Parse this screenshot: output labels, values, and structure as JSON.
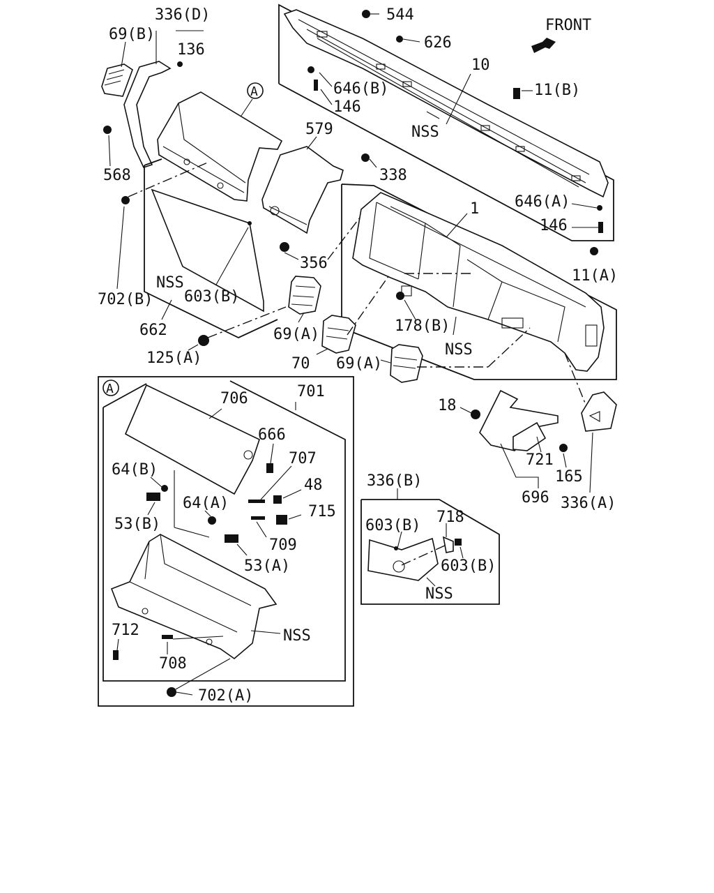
{
  "front_label": "FRONT",
  "callouts": {
    "p336D": "336(D)",
    "p69B": "69(B)",
    "p136": "136",
    "p544": "544",
    "p626": "626",
    "p10": "10",
    "p11B": "11(B)",
    "p646B": "646(B)",
    "p146a": "146",
    "nss_top": "NSS",
    "pA": "A",
    "p579": "579",
    "p338": "338",
    "p568": "568",
    "p1": "1",
    "p646A": "646(A)",
    "p146b": "146",
    "p11A": "11(A)",
    "p356": "356",
    "nss_left": "NSS",
    "p702B": "702(B)",
    "p603B_left": "603(B)",
    "p178B": "178(B)",
    "p69A_a": "69(A)",
    "nss_mid": "NSS",
    "p662": "662",
    "p70": "70",
    "p69A_b": "69(A)",
    "p125A": "125(A)",
    "p18": "18",
    "p721": "721",
    "p165": "165",
    "p696": "696",
    "p336A": "336(A)",
    "inset_A": "A",
    "p706": "706",
    "p701": "701",
    "p666": "666",
    "p64B": "64(B)",
    "p707": "707",
    "p48": "48",
    "p64A": "64(A)",
    "p715": "715",
    "p53B": "53(B)",
    "p709": "709",
    "p53A": "53(A)",
    "p712": "712",
    "nss_inset": "NSS",
    "p708": "708",
    "p702A": "702(A)",
    "p336B": "336(B)",
    "p603B_r1": "603(B)",
    "p718": "718",
    "p603B_r2": "603(B)",
    "nss_right": "NSS"
  }
}
